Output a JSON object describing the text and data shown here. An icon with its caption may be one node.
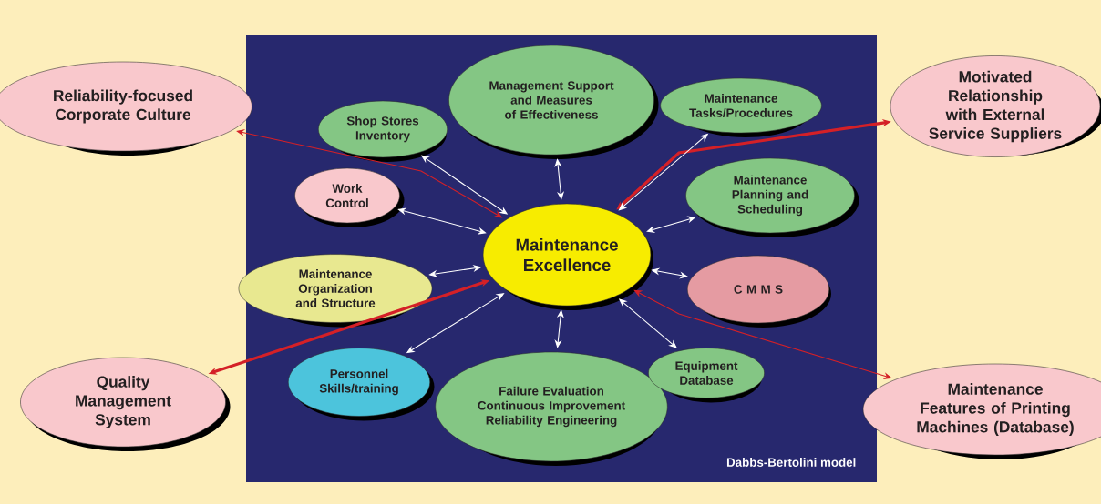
{
  "diagram": {
    "nodes": [
      {
        "text": [
          "Reliability-focused Corporate Culture"
        ]
      },
      {
        "text": [
          "Quality Management System"
        ]
      },
      {
        "text": [
          "Motivated Relationship with External Service Suppliers"
        ]
      },
      {
        "text": [
          "Maintenance Features of Printing Machines (Database)"
        ]
      },
      {
        "text": [
          "Maintenance Excellence"
        ]
      },
      {
        "text": [
          "Management Support and Measures of Effectiveness"
        ]
      },
      {
        "text": [
          "Shop Stores Inventory"
        ]
      },
      {
        "text": [
          "Maintenance Tasks/Procedures"
        ]
      },
      {
        "text": [
          "Work Control"
        ]
      },
      {
        "text": [
          "Maintenance Planning and Scheduling"
        ]
      },
      {
        "text": [
          "Maintenance Organization and Structure"
        ]
      },
      {
        "text": [
          "C M M S"
        ]
      },
      {
        "text": [
          "Personnel Skills/training"
        ]
      },
      {
        "text": [
          "Failure Evaluation Continuous Improvement Reliability Engineering"
        ]
      },
      {
        "text": [
          "Equipment Database"
        ]
      }
    ],
    "edges": [
      {
        "from": 0,
        "to": 4,
        "arrow": "both",
        "color": "#d42027"
      },
      {
        "from": 2,
        "to": 4,
        "arrow": "both",
        "color": "#d42027",
        "style": "thick"
      },
      {
        "from": 1,
        "to": 4,
        "arrow": "both",
        "color": "#d42027",
        "style": "thick"
      },
      {
        "from": 3,
        "to": 4,
        "arrow": "both",
        "color": "#d42027"
      },
      {
        "from": 4,
        "to": 5,
        "arrow": "both"
      },
      {
        "from": 4,
        "to": 6,
        "arrow": "both"
      },
      {
        "from": 4,
        "to": 7,
        "arrow": "both"
      },
      {
        "from": 4,
        "to": 8,
        "arrow": "both"
      },
      {
        "from": 4,
        "to": 9,
        "arrow": "both"
      },
      {
        "from": 4,
        "to": 10,
        "arrow": "both"
      },
      {
        "from": 4,
        "to": 11,
        "arrow": "both"
      },
      {
        "from": 4,
        "to": 12,
        "arrow": "both"
      },
      {
        "from": 4,
        "to": 13,
        "arrow": "both"
      },
      {
        "from": 4,
        "to": 14,
        "arrow": "both"
      }
    ],
    "labels": [
      "Dabbs-Bertolini model"
    ]
  }
}
